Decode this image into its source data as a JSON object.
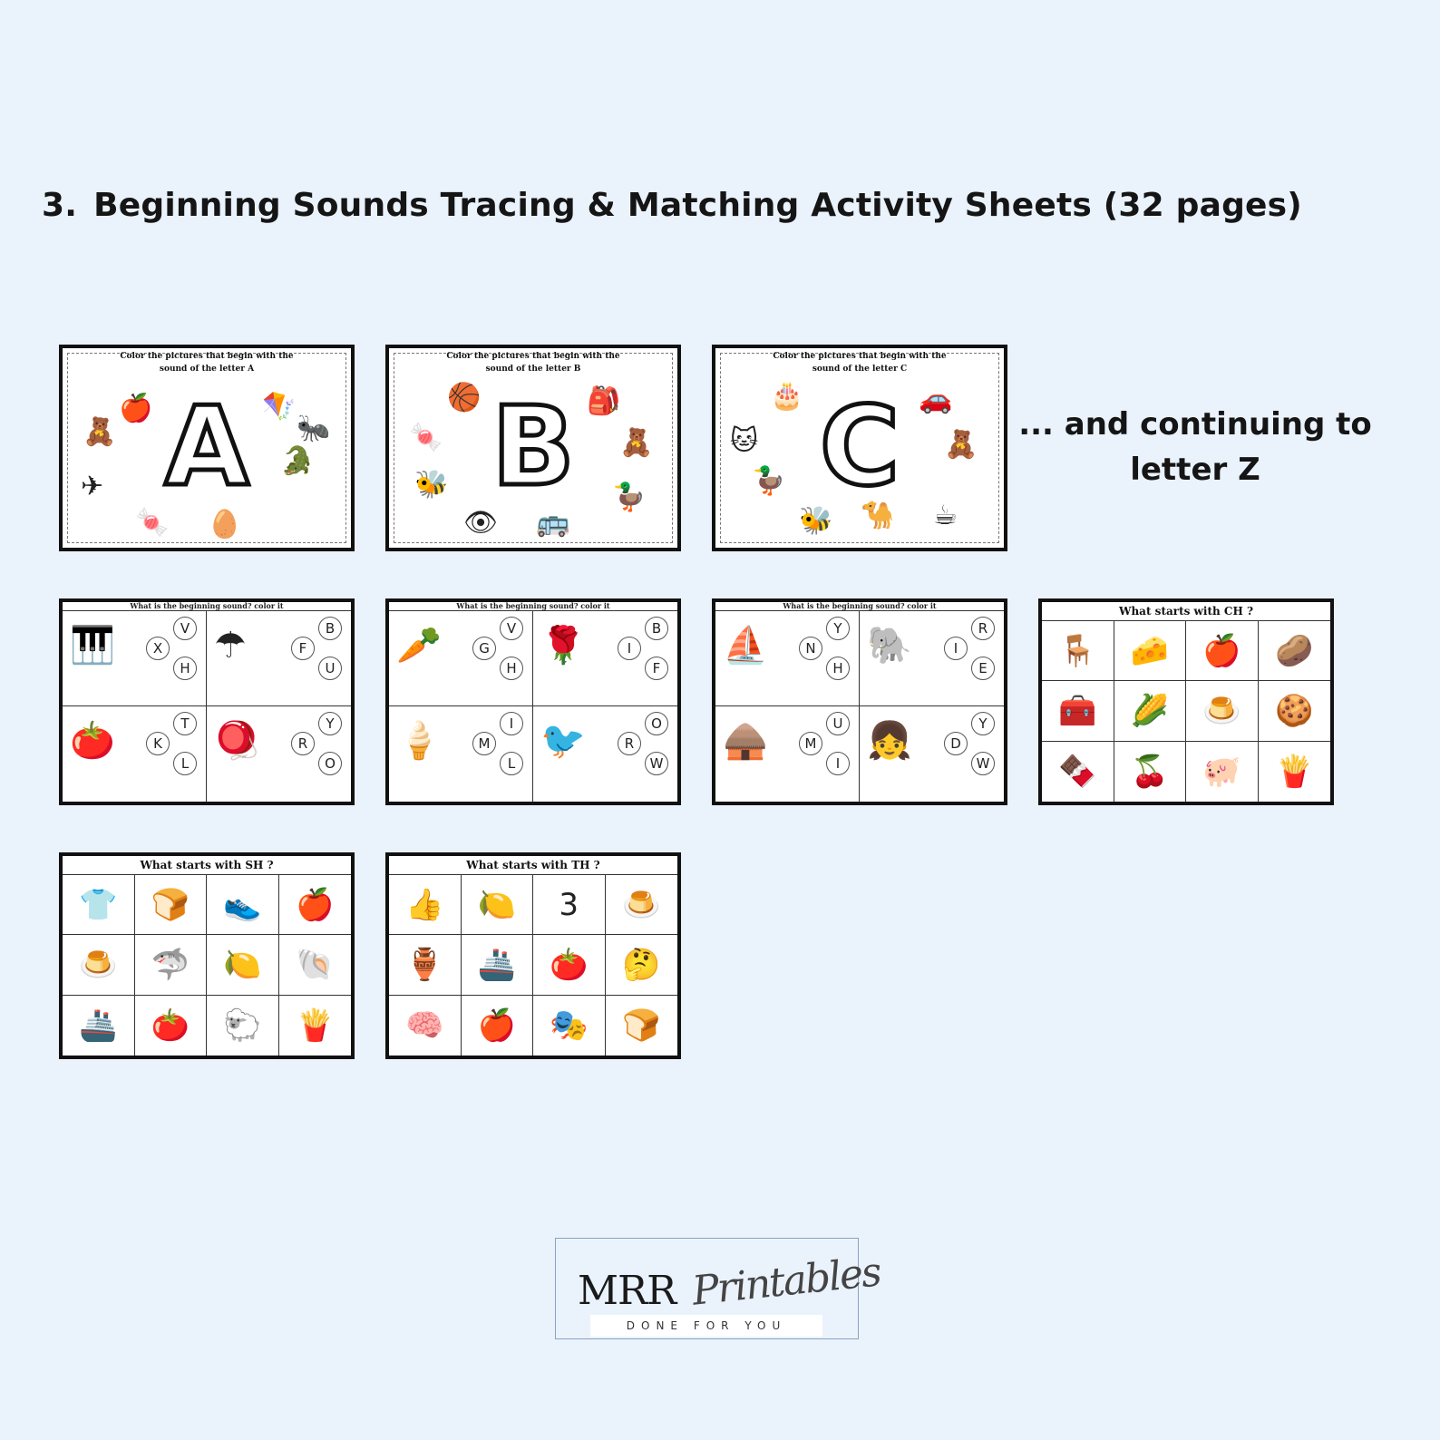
{
  "heading": {
    "number": "3.",
    "text": "Beginning Sounds Tracing & Matching Activity Sheets (32 pages)"
  },
  "tracing_sheets": [
    {
      "title_line1": "Color the pictures that begin with the",
      "title_line2": "sound of the letter A",
      "letter": "A",
      "pictures": [
        "🍎",
        "🧸",
        "🪁",
        "🐜",
        "🐊",
        "✈",
        "🍬",
        "🥚"
      ]
    },
    {
      "title_line1": "Color the pictures that begin with the",
      "title_line2": "sound of the letter B",
      "letter": "B",
      "pictures": [
        "🏀",
        "🎒",
        "🍬",
        "🧸",
        "🐝",
        "👁",
        "🚌",
        "🦆"
      ]
    },
    {
      "title_line1": "Color the pictures that begin with the",
      "title_line2": "sound of the letter C",
      "letter": "C",
      "pictures": [
        "🎂",
        "🚗",
        "🐱",
        "🧸",
        "🦆",
        "🐝",
        "🐪",
        "☕"
      ]
    }
  ],
  "continuing_text_line1": "... and continuing to",
  "continuing_text_line2": "letter Z",
  "quad_sheets": [
    {
      "title": "What is the beginning sound? color it",
      "quads": [
        {
          "icon": "xylophone-icon",
          "glyph": "🎹",
          "letters": [
            "V",
            "X",
            "H"
          ]
        },
        {
          "icon": "umbrella-icon",
          "glyph": "☂",
          "letters": [
            "B",
            "F",
            "U"
          ]
        },
        {
          "icon": "tomato-icon",
          "glyph": "🍅",
          "letters": [
            "T",
            "K",
            "L"
          ]
        },
        {
          "icon": "yoyo-icon",
          "glyph": "🪀",
          "letters": [
            "Y",
            "R",
            "O"
          ]
        }
      ]
    },
    {
      "title": "What is the  beginning sound? color it",
      "quads": [
        {
          "icon": "vegetables-icon",
          "glyph": "🥕",
          "letters": [
            "V",
            "G",
            "H"
          ]
        },
        {
          "icon": "rose-icon",
          "glyph": "🌹",
          "letters": [
            "B",
            "I",
            "F"
          ]
        },
        {
          "icon": "ice-cream-icon",
          "glyph": "🍦",
          "letters": [
            "I",
            "M",
            "L"
          ]
        },
        {
          "icon": "ostrich-icon",
          "glyph": "🐦",
          "letters": [
            "O",
            "R",
            "W"
          ]
        }
      ]
    },
    {
      "title": "What is the beginning sound? color it",
      "quads": [
        {
          "icon": "sailboat-icon",
          "glyph": "⛵",
          "letters": [
            "Y",
            "N",
            "H"
          ]
        },
        {
          "icon": "elephant-icon",
          "glyph": "🐘",
          "letters": [
            "R",
            "I",
            "E"
          ]
        },
        {
          "icon": "igloo-icon",
          "glyph": "🛖",
          "letters": [
            "U",
            "M",
            "I"
          ]
        },
        {
          "icon": "doll-icon",
          "glyph": "👧",
          "letters": [
            "Y",
            "D",
            "W"
          ]
        }
      ]
    }
  ],
  "grid_sheets": [
    {
      "title": "What starts with CH ?",
      "cells": [
        "🪑",
        "🧀",
        "🍎",
        "🥔",
        "🧰",
        "🌽",
        "🍮",
        "🍪",
        "🍫",
        "🍒",
        "🐖",
        "🍟"
      ]
    },
    {
      "title": "What starts with SH ?",
      "cells": [
        "👕",
        "🍞",
        "👟",
        "🍎",
        "🍮",
        "🦈",
        "🍋",
        "🐚",
        "🚢",
        "🍅",
        "🐑",
        "🍟"
      ]
    },
    {
      "title": "What starts with TH ?",
      "cells": [
        "👍",
        "🍋",
        "3",
        "🍮",
        "🏺",
        "🚢",
        "🍅",
        "🤔",
        "🧠",
        "🍎",
        "🎭",
        "🍞"
      ]
    }
  ],
  "logo": {
    "name": "MRR",
    "script": "Printables",
    "tagline": "DONE FOR YOU"
  }
}
